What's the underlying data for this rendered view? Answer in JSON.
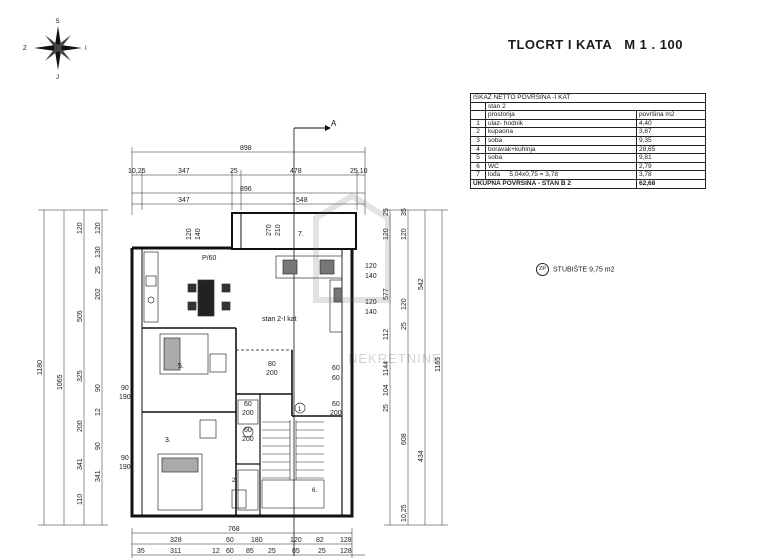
{
  "title": {
    "main": "TLOCRT I KATA",
    "scale": "M 1 . 100"
  },
  "compass": {
    "labels": {
      "n": "S",
      "s": "J",
      "e": "I",
      "w": "Z"
    }
  },
  "section_marker": "A",
  "area_table": {
    "heading": "ISKAZ NETTO POVRŠINA -I KAT",
    "unit_name": "stan 2",
    "col_room": "prostorija",
    "col_area": "površina m2",
    "rows": [
      {
        "n": "1",
        "room": "ulaz- hodnik",
        "area": "4,40"
      },
      {
        "n": "2",
        "room": "kupaona",
        "area": "3,87"
      },
      {
        "n": "3",
        "room": "soba",
        "area": "9,35"
      },
      {
        "n": "4",
        "room": "boravak+kuhinja",
        "area": "28,65"
      },
      {
        "n": "5",
        "room": "soba",
        "area": "9,81"
      },
      {
        "n": "6",
        "room": "WC",
        "area": "2,79"
      },
      {
        "n": "7",
        "room": "lođa",
        "area": "3,78",
        "formula": "5,04x0,75 = 3,78"
      }
    ],
    "total_label": "UKUPNA POVRŠINA - STAN B 2",
    "total_value": "62,68"
  },
  "stair_note": {
    "symbol": "ZP",
    "text": "STUBIŠTE  9,75 m2"
  },
  "rooms": {
    "loggia": "7.",
    "apartment": "stan 2-I kat",
    "bedroom_5": "5.",
    "bedroom_3": "3.",
    "bath_2": "2.",
    "stair_6": "6.",
    "stair_no": "1"
  },
  "watermark": "NEKRETNINE",
  "dims": {
    "top_overall": "898",
    "top_row1": [
      "10,25",
      "347",
      "25",
      "478",
      "25,10"
    ],
    "top_inner": "896",
    "top_row2": [
      "347",
      "548"
    ],
    "bot_overall": "768",
    "bot_row1": [
      "328",
      "60",
      "180",
      "120",
      "82",
      "128"
    ],
    "bot_row2": [
      "35",
      "311",
      "12",
      "60",
      "85",
      "25",
      "85",
      "25",
      "128"
    ],
    "left_overall": "1180",
    "left_inner": "1065",
    "left_row1": [
      "120",
      "505",
      "325",
      "200",
      "341",
      "110"
    ],
    "left_row2": [
      "120",
      "130",
      "25",
      "202",
      "90",
      "12",
      "90",
      "341"
    ],
    "right_overall": "1165",
    "right_row1": [
      "25",
      "120",
      "577",
      "112",
      "1144",
      "104",
      "25"
    ],
    "right_row2": [
      "35",
      "120",
      "542",
      "120",
      "25",
      "608",
      "434",
      "10,25"
    ],
    "window_tops": [
      {
        "w": "120",
        "h": "140"
      },
      {
        "w": "270",
        "h": "210"
      }
    ],
    "window_right": [
      {
        "w": "120",
        "h": "140"
      },
      {
        "w": "120",
        "h": "140"
      },
      {
        "w": "60",
        "h": "60"
      }
    ],
    "door_left": [
      {
        "w": "90",
        "h": "190"
      },
      {
        "w": "90",
        "h": "190"
      }
    ],
    "doors_inner": [
      {
        "w": "80",
        "h": "200"
      },
      {
        "w": "60",
        "h": "200"
      },
      {
        "w": "60",
        "h": "200"
      },
      {
        "w": "60",
        "h": "200"
      }
    ],
    "fix_label": "P/60"
  }
}
